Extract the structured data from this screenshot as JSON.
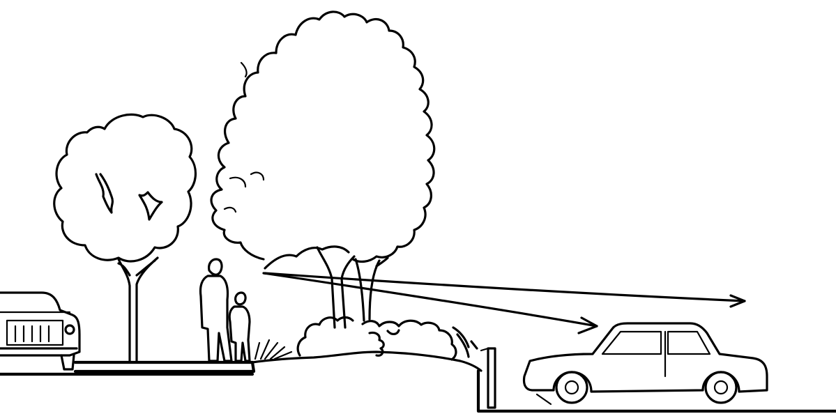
{
  "illustration": {
    "style": "black ink line sketch on white",
    "colors": {
      "ink": "#000000",
      "background": "#ffffff"
    },
    "elements": [
      "parked-car-left",
      "round-deciduous-tree",
      "large-canopy-tree",
      "two-pedestrians",
      "shrub-berm",
      "sight-line-arrows",
      "low-wall",
      "sedan-car-right",
      "ground-lines"
    ]
  }
}
